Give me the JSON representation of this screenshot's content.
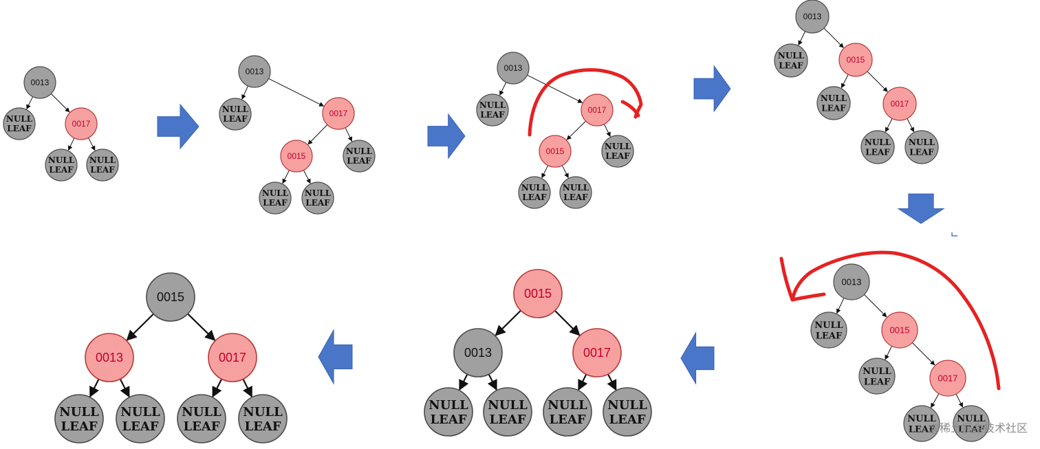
{
  "labels": {
    "n13": "0013",
    "n15": "0015",
    "n17": "0017",
    "null_line1": "NULL",
    "null_line2": "LEAF"
  },
  "colors": {
    "red_fill": "#f7a0a0",
    "red_stroke": "#b23a3a",
    "red_text": "#c0002a",
    "black_fill": "#a0a0a0",
    "black_stroke": "#4a4a4a",
    "text_dark": "#111111",
    "arrow_blue": "#4a76c9",
    "annotation_red": "#e52222"
  },
  "steps": [
    {
      "nodes": [
        {
          "label": "0013",
          "color": "black",
          "children": [
            {
              "label": "NULL LEAF"
            },
            {
              "label": "0017",
              "color": "red",
              "children": [
                {
                  "label": "NULL LEAF"
                },
                {
                  "label": "NULL LEAF"
                }
              ]
            }
          ]
        }
      ]
    },
    {
      "nodes": [
        {
          "label": "0013",
          "color": "black",
          "children": [
            {
              "label": "NULL LEAF"
            },
            {
              "label": "0017",
              "color": "red",
              "children": [
                {
                  "label": "0015",
                  "color": "red",
                  "children": [
                    {
                      "label": "NULL LEAF"
                    },
                    {
                      "label": "NULL LEAF"
                    }
                  ]
                },
                {
                  "label": "NULL LEAF"
                }
              ]
            }
          ]
        }
      ]
    },
    {
      "nodes": [
        {
          "label": "0013",
          "color": "black",
          "annotation": "right rotation arrow",
          "children": [
            {
              "label": "NULL LEAF"
            },
            {
              "label": "0017",
              "color": "red",
              "children": [
                {
                  "label": "0015",
                  "color": "red"
                },
                {
                  "label": "NULL LEAF"
                }
              ]
            }
          ]
        }
      ]
    },
    {
      "nodes": [
        {
          "label": "0013",
          "color": "black",
          "children": [
            {
              "label": "NULL LEAF"
            },
            {
              "label": "0015",
              "color": "red",
              "children": [
                {
                  "label": "NULL LEAF"
                },
                {
                  "label": "0017",
                  "color": "red"
                }
              ]
            }
          ]
        }
      ]
    },
    {
      "nodes": [
        {
          "label": "0013",
          "color": "black",
          "annotation": "left rotation arrow",
          "children": [
            {
              "label": "NULL LEAF"
            },
            {
              "label": "0015",
              "color": "red",
              "children": [
                {
                  "label": "NULL LEAF"
                },
                {
                  "label": "0017",
                  "color": "red"
                }
              ]
            }
          ]
        }
      ]
    },
    {
      "nodes": [
        {
          "label": "0015",
          "color": "red",
          "children": [
            {
              "label": "0013",
              "color": "black"
            },
            {
              "label": "0017",
              "color": "red"
            }
          ]
        }
      ]
    },
    {
      "nodes": [
        {
          "label": "0015",
          "color": "black",
          "children": [
            {
              "label": "0013",
              "color": "red"
            },
            {
              "label": "0017",
              "color": "red"
            }
          ]
        }
      ]
    }
  ],
  "watermark": "@稀土掘金技术社区"
}
